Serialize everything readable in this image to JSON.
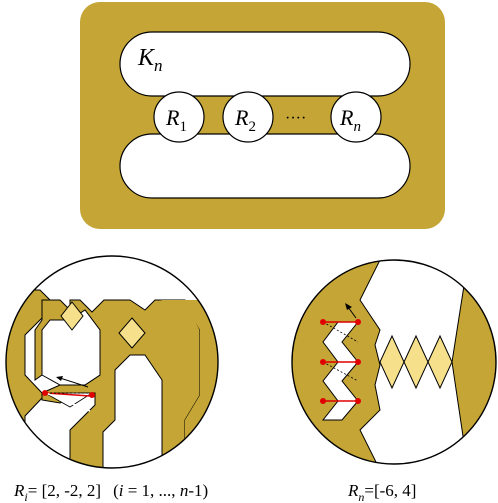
{
  "colors": {
    "gold": "#C4A535",
    "light_gold": "#F7E08C",
    "outline": "#000000",
    "background": "#FFFFFF",
    "dot": "#E00000",
    "segment": "#E00000"
  },
  "top_figure": {
    "knot_label": "K",
    "knot_sub": "n",
    "rational_labels": [
      {
        "main": "R",
        "sub": "1"
      },
      {
        "main": "R",
        "sub": "2"
      },
      {
        "main": "R",
        "sub": "n"
      }
    ],
    "ellipsis": "····"
  },
  "captions": {
    "left": {
      "var": "R",
      "sub": "i",
      "value": "= [2, -2, 2]",
      "range_open": "(",
      "range_var": "i",
      "range_text": " = 1, ..., ",
      "range_n": "n",
      "range_close": "-1)"
    },
    "right": {
      "var": "R",
      "sub": "n",
      "value": "=[-6, 4]"
    }
  }
}
